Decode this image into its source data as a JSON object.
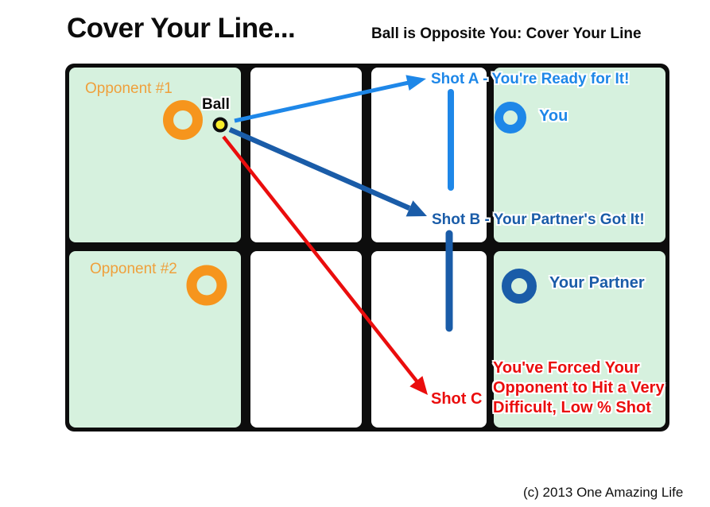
{
  "header": {
    "title": "Cover Your Line...",
    "subtitle": "Ball is Opposite You: Cover Your Line"
  },
  "court": {
    "labels": {
      "opponent1": "Opponent #1",
      "opponent2": "Opponent #2",
      "ball": "Ball",
      "you": "You",
      "partner": "Your Partner"
    },
    "shots": {
      "shot_a": "Shot A - You're Ready for It!",
      "shot_b": "Shot B - Your Partner's Got It!",
      "shot_c": "Shot C"
    },
    "callout_lines": [
      "You've Forced Your",
      "Opponent to Hit a Very",
      "Difficult, Low % Shot"
    ]
  },
  "footer": {
    "copyright": "(c) 2013 One Amazing Life"
  },
  "colors": {
    "court_green": "#d6f1de",
    "light_blue": "#1e87e8",
    "dark_blue": "#1a5ca8",
    "orange": "#f6951d",
    "red": "#ea0d0d",
    "ball_yellow": "#f9ee2a",
    "black": "#0d0d0d"
  }
}
